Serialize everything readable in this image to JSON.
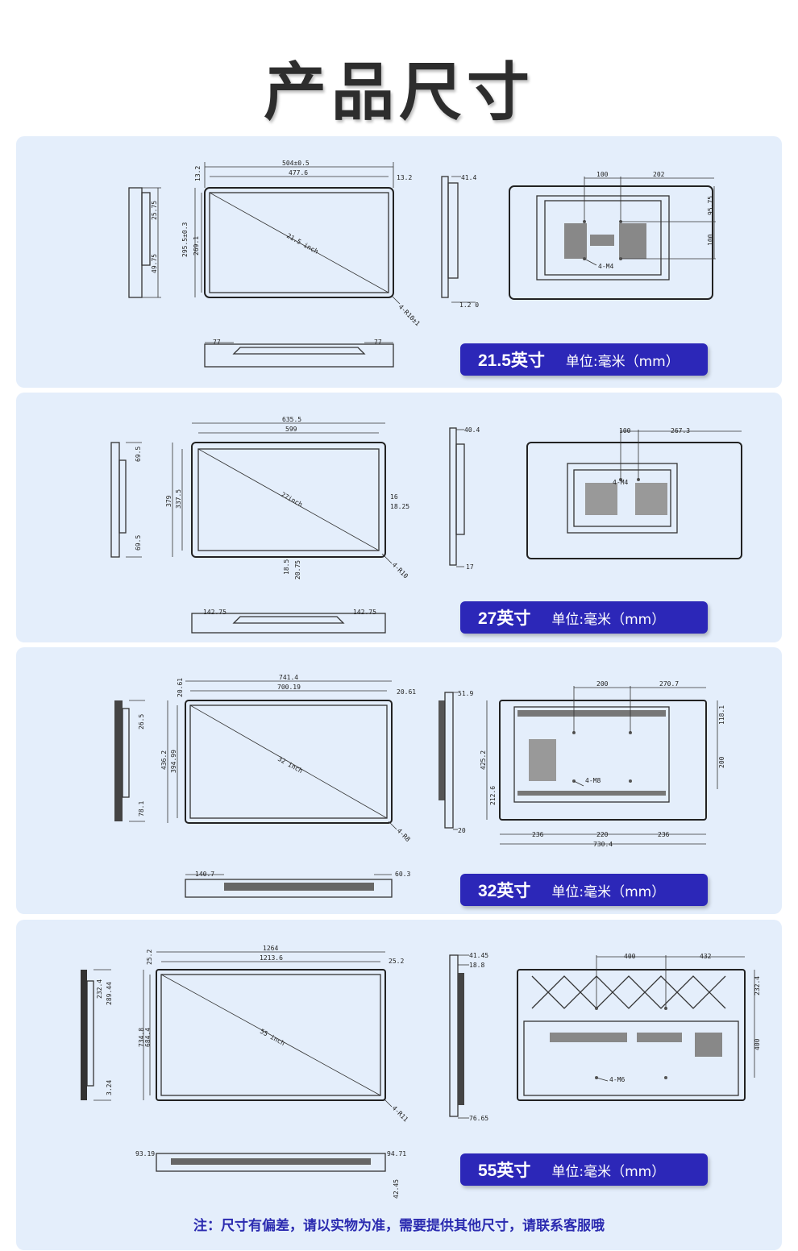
{
  "page": {
    "title": "产品尺寸"
  },
  "panels": [
    {
      "size_label": "21.5英寸",
      "unit_label": "单位:毫米（mm）",
      "dims": {
        "outer_w": "504±0.5",
        "inner_w": "477.6",
        "bezel_l": "13.2",
        "bezel_r": "13.2",
        "outer_h": "295.5±0.3",
        "inner_h": "269.1",
        "side_top": "25.75",
        "side_bot": "49.75",
        "depth": "41.4",
        "diag": "21.5 inch",
        "radius": "4-R10±1",
        "bottom_l": "77",
        "bottom_r": "77",
        "vesa_x1": "100",
        "vesa_x2": "202",
        "vesa_y1": "95.75",
        "vesa_y2": "100",
        "screw": "4-M4",
        "depth_small": "1.2 0"
      }
    },
    {
      "size_label": "27英寸",
      "unit_label": "单位:毫米（mm）",
      "dims": {
        "outer_w": "635.5",
        "inner_w": "599",
        "outer_h": "379",
        "inner_h": "337.5",
        "side_top": "69.5",
        "side_bot": "69.5",
        "depth": "40.4",
        "depth_bot": "17",
        "diag": "27inch",
        "radius": "4-R10",
        "edge_r1": "16",
        "edge_r2": "18.25",
        "edge_b1": "18.5",
        "edge_b2": "20.75",
        "bottom_l": "142.75",
        "bottom_r": "142.75",
        "vesa_x1": "100",
        "vesa_x2": "267.3",
        "screw": "4-M4"
      }
    },
    {
      "size_label": "32英寸",
      "unit_label": "单位:毫米（mm）",
      "dims": {
        "outer_w": "741.4",
        "inner_w": "700.19",
        "bezel_l": "20.61",
        "bezel_r": "20.61",
        "outer_h": "436.2",
        "inner_h": "394.99",
        "side_top": "26.5",
        "side_bot": "78.1",
        "depth": "51.9",
        "depth_bot": "20",
        "diag": "32 inch",
        "radius": "4-R8",
        "bottom_l": "140.7",
        "bottom_r": "60.3",
        "vesa_x1": "200",
        "vesa_x2": "270.7",
        "vesa_y1": "118.1",
        "vesa_y2": "200",
        "back_h": "425.2",
        "back_h2": "212.6",
        "back_w1": "236",
        "back_w2": "220",
        "back_w3": "236",
        "back_w": "730.4",
        "screw": "4-M8"
      }
    },
    {
      "size_label": "55英寸",
      "unit_label": "单位:毫米（mm）",
      "dims": {
        "outer_w": "1264",
        "inner_w": "1213.6",
        "bezel_l": "25.2",
        "bezel_r": "25.2",
        "outer_h": "734.8",
        "inner_h": "684.4",
        "side_a": "232.4",
        "side_b": "289.44",
        "side_c": "3.24",
        "depth": "41.45",
        "depth2": "18.8",
        "depth_bot": "76.65",
        "diag": "55 inch",
        "radius": "4-R11",
        "bottom_l": "93.19",
        "bottom_r": "94.71",
        "bottom_h": "42.45",
        "vesa_x1": "400",
        "vesa_x2": "432",
        "vesa_y1": "232.4",
        "vesa_y2": "400",
        "screw": "4-M6"
      }
    }
  ],
  "note": "注：尺寸有偏差，请以实物为准，需要提供其他尺寸，请联系客服哦",
  "colors": {
    "panel_bg": "#e4eefb",
    "badge_bg": "#2c27b8",
    "note_text": "#2b2bb0",
    "title_text": "#2d2d2d"
  }
}
